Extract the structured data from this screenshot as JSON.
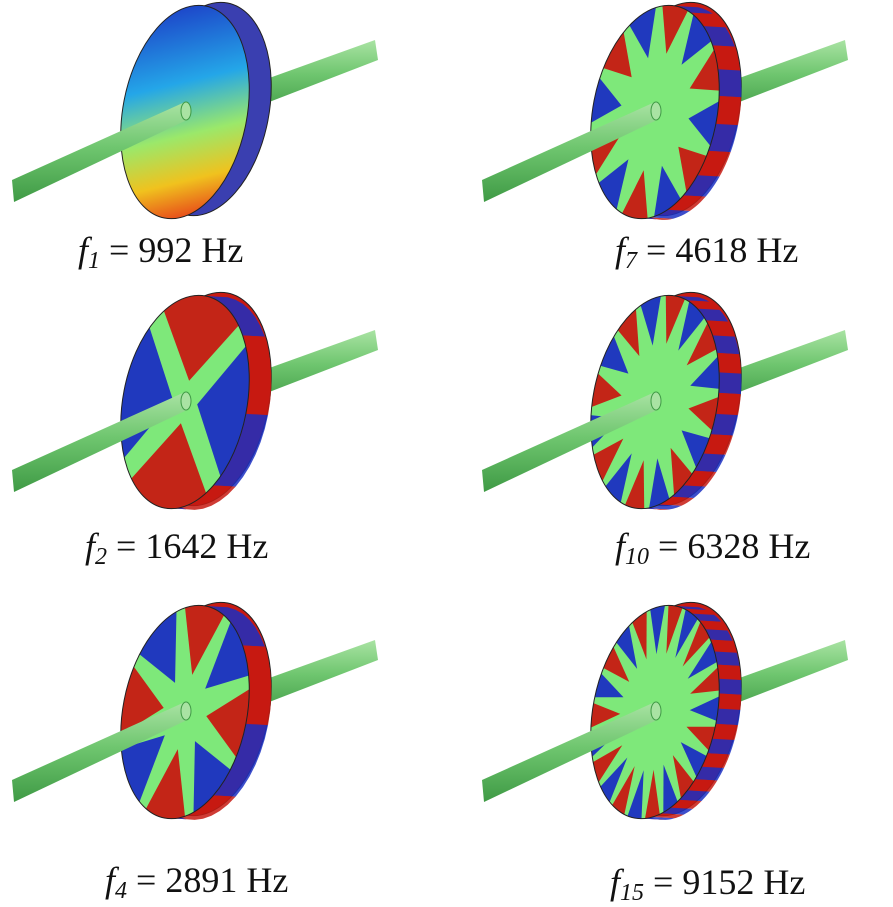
{
  "figure": {
    "colors": {
      "rod_fill": "#6fc66f",
      "rod_highlight": "#a9e3a3",
      "rod_shadow": "#3f9a45",
      "neutral": "#7ee87a",
      "positive": "#c71a12",
      "negative": "#1b2fc2",
      "rim_edge": "#222222"
    },
    "panels": [
      {
        "id": "f1",
        "mode_type": "tilt-gradient",
        "lobes": 0,
        "sub": "1",
        "value": "992",
        "unit": "Hz"
      },
      {
        "id": "f7",
        "mode_type": "rim-lobes",
        "lobes": 12,
        "sub": "7",
        "value": "4618",
        "unit": "Hz"
      },
      {
        "id": "f2",
        "mode_type": "quadrupole",
        "lobes": 2,
        "sub": "2",
        "value": "1642",
        "unit": "Hz"
      },
      {
        "id": "f10",
        "mode_type": "rim-lobes",
        "lobes": 16,
        "sub": "10",
        "value": "6328",
        "unit": "Hz"
      },
      {
        "id": "f4",
        "mode_type": "petal",
        "lobes": 4,
        "sub": "4",
        "value": "2891",
        "unit": "Hz"
      },
      {
        "id": "f15",
        "mode_type": "rim-lobes",
        "lobes": 22,
        "sub": "15",
        "value": "9152",
        "unit": "Hz"
      }
    ],
    "caption_symbol": "f",
    "caption_equals": "="
  }
}
